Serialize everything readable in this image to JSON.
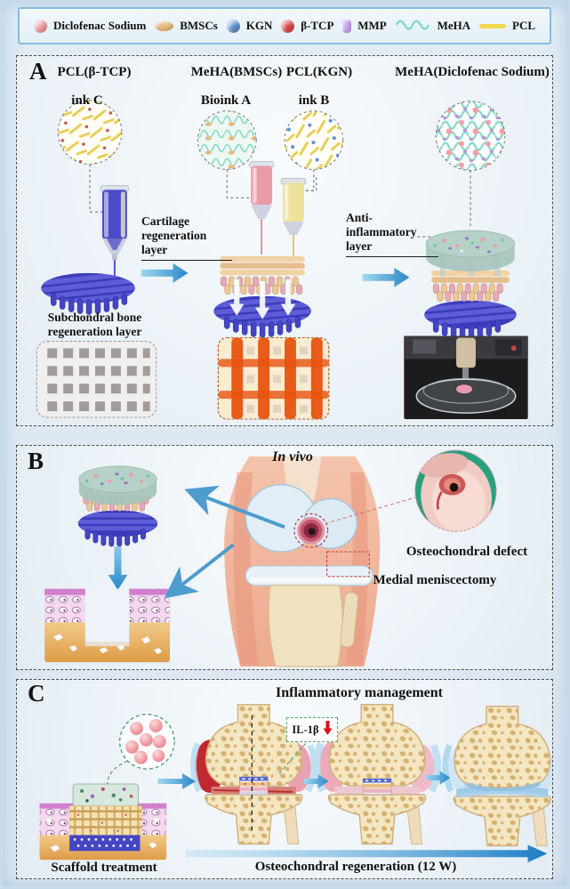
{
  "legend": {
    "items": [
      {
        "label": "Diclofenac Sodium",
        "icon": "diclofenac-sphere-icon",
        "color": "#f3a6ae"
      },
      {
        "label": "BMSCs",
        "icon": "bmsc-cell-icon",
        "color": "#e9bd85"
      },
      {
        "label": "KGN",
        "icon": "kgn-sphere-icon",
        "color": "#5598d8"
      },
      {
        "label": "β-TCP",
        "icon": "btcp-sphere-icon",
        "color": "#d84a4a"
      },
      {
        "label": "MMP",
        "icon": "mmp-capsule-icon",
        "color": "#c9a7ea"
      },
      {
        "label": "MeHA",
        "icon": "meha-wave-icon",
        "color": "#6fd6c2"
      },
      {
        "label": "PCL",
        "icon": "pcl-line-icon",
        "color": "#f2d84e"
      }
    ]
  },
  "panel_a": {
    "label": "A",
    "inks": [
      {
        "title": "PCL(β-TCP)",
        "subtitle": "ink C"
      },
      {
        "title": "MeHA(BMSCs)",
        "subtitle": "Bioink A"
      },
      {
        "title": "PCL(KGN)",
        "subtitle": "ink B"
      },
      {
        "title": "MeHA(Diclofenac Sodium)",
        "subtitle": ""
      }
    ],
    "annotations": {
      "cartilage_layer": "Cartilage regeneration layer",
      "anti_inflammatory_layer": "Anti-inflammatory layer",
      "subchondral_layer": "Subchondral bone regeneration layer"
    }
  },
  "panel_b": {
    "label": "B",
    "title": "In vivo",
    "annotations": {
      "defect": "Osteochondral defect",
      "meniscectomy": "Medial meniscectomy"
    }
  },
  "panel_c": {
    "label": "C",
    "title": "Inflammatory management",
    "il1b": "IL-1β",
    "annotations": {
      "scaffold_treatment": "Scaffold treatment",
      "regeneration": "Osteochondral regeneration (12 W)"
    }
  }
}
